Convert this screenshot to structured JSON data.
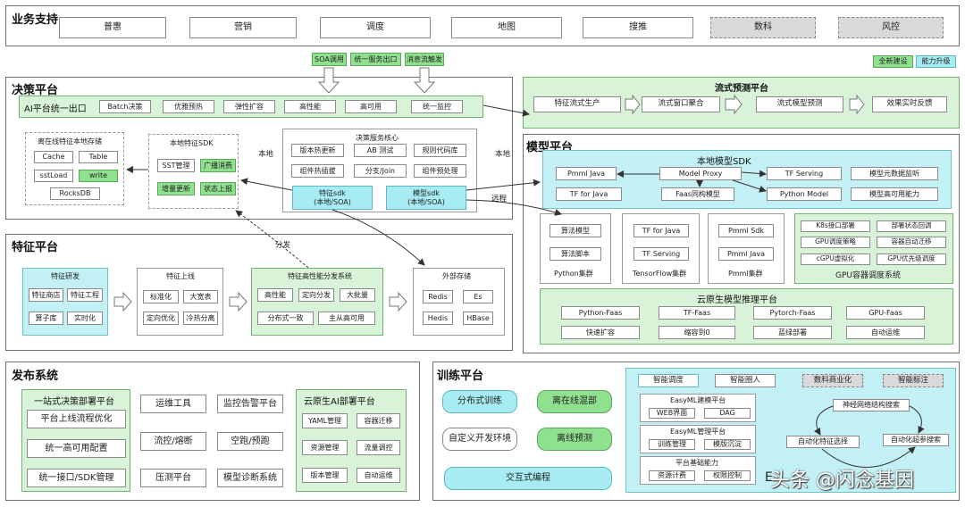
{
  "business": {
    "title": "业务支持",
    "items": [
      "普惠",
      "营销",
      "调度",
      "地图",
      "搜推",
      "数科",
      "风控"
    ]
  },
  "soa": {
    "items": [
      "SOA调用",
      "统一服务出口",
      "消息流触发"
    ]
  },
  "legend": {
    "new": "全新建设",
    "upgrade": "能力升级"
  },
  "decision": {
    "title": "决策平台",
    "ai_exit": {
      "title": "AI平台统一出口",
      "items": [
        "Batch决策",
        "优雅预热",
        "弹性扩容",
        "高性能",
        "高可用",
        "统一监控"
      ]
    },
    "storage": {
      "title": "离在线特征本地存储",
      "items": [
        "Cache",
        "Table",
        "sstLoad",
        "write",
        "RocksDB"
      ]
    },
    "sdk": {
      "title": "本地特征SDK",
      "items": [
        "SST管理",
        "广播消费",
        "增量更新",
        "状态上报"
      ]
    },
    "local_label": "本地",
    "core": {
      "title": "决策服务核心",
      "items": [
        "版本热更新",
        "AB 测试",
        "规则代码库",
        "组件热插拔",
        "分支/Join",
        "组件预处理"
      ],
      "feature_sdk": "特征sdk\n(本地/SOA)",
      "model_sdk": "模型sdk\n(本地/SOA)"
    },
    "local_right": "本地",
    "remote": "远程",
    "distribute": "分发"
  },
  "stream": {
    "title": "流式预测平台",
    "items": [
      "特征流式生产",
      "流式窗口聚合",
      "流式模型预测",
      "效果实时反馈"
    ]
  },
  "model": {
    "title": "模型平台",
    "local_sdk": {
      "title": "本地模型SDK",
      "items": [
        "Pmml Java",
        "Model Proxy",
        "TF Serving",
        "模型元数据监听",
        "TF for Java",
        "Faas同构模型",
        "Python Model",
        "模型高可用能力"
      ]
    },
    "python_cluster": {
      "items": [
        "算法模型",
        "算法脚本"
      ],
      "name": "Python集群"
    },
    "tf_cluster": {
      "items": [
        "TF for Java",
        "TF Serving"
      ],
      "name": "TensorFlow集群"
    },
    "pmml_cluster": {
      "items": [
        "Pmml Sdk",
        "Pmml Java"
      ],
      "name": "Pmml集群"
    },
    "gpu": {
      "items": [
        "K8s接口部署",
        "部署状态回调",
        "GPU调度策略",
        "容器自动迁移",
        "cGPU虚拟化",
        "GPU优先级调度"
      ],
      "name": "GPU容器调度系统"
    },
    "cloud": {
      "title": "云原生模型推理平台",
      "items": [
        "Python-Faas",
        "TF-Faas",
        "Pytorch-Faas",
        "GPU-Faas",
        "快速扩容",
        "缩容到0",
        "蓝绿部署",
        "自动运维"
      ]
    }
  },
  "feature": {
    "title": "特征平台",
    "research": {
      "title": "特征研发",
      "items": [
        "特征商店",
        "特征工程",
        "算子库",
        "实时化"
      ]
    },
    "online": {
      "title": "特征上线",
      "items": [
        "标准化",
        "大宽表",
        "定向优化",
        "冷热分离"
      ]
    },
    "dist": {
      "title": "特征高性能分发系统",
      "items": [
        "高性能",
        "定向分发",
        "大批量",
        "分布式一致",
        "主从高可用"
      ]
    },
    "external": {
      "title": "外部存储",
      "items": [
        "Redis",
        "Es",
        "Hedis",
        "HBase"
      ]
    }
  },
  "release": {
    "title": "发布系统",
    "onestop": {
      "title": "一站式决策部署平台",
      "items": [
        "平台上线流程优化",
        "统一高可用配置",
        "统一接口/SDK管理"
      ]
    },
    "tools": [
      "运维工具",
      "监控告警平台",
      "流控/熔断",
      "空跑/预跑",
      "压测平台",
      "模型诊断系统"
    ],
    "cloudai": {
      "title": "云原生AI部署平台",
      "items": [
        "YAML管理",
        "容器迁移",
        "资源管理",
        "流量调控",
        "版本管理",
        "自动运维"
      ]
    }
  },
  "training": {
    "title": "训练平台",
    "items": [
      "分布式训练",
      "离在线混部",
      "自定义开发环境",
      "离线预测",
      "交互式编程"
    ],
    "tags": [
      "智能调度",
      "智能圈人",
      "数科商业化",
      "智能标注"
    ],
    "easyml_build": {
      "title": "EasyML建模平台",
      "items": [
        "WEB界面",
        "DAG"
      ]
    },
    "easyml_manage": {
      "title": "EasyML管理平台",
      "items": [
        "训练管理",
        "模版沉淀"
      ]
    },
    "base": {
      "title": "平台基础能力",
      "items": [
        "资源计费",
        "权限控制"
      ]
    },
    "cycle": [
      "神经网络结构搜索",
      "自动化特征选择",
      "自动化超参搜索"
    ],
    "tail": "E"
  },
  "watermark": "头条 @闪念基因",
  "colors": {
    "new": "#8fe08f",
    "upgrade": "#a8ecf3",
    "stream_bg": "#d8f3d8",
    "sdk_bg": "#c2f0f5"
  }
}
